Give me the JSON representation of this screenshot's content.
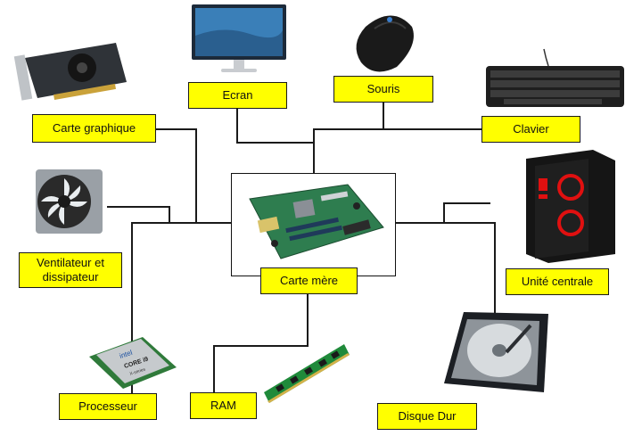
{
  "nodes": {
    "ecran": "Ecran",
    "souris": "Souris",
    "carte_graphique": "Carte graphique",
    "clavier": "Clavier",
    "ventilateur_line1": "Ventilateur et",
    "ventilateur_line2": "dissipateur",
    "unite_centrale": "Unité centrale",
    "carte_mere": "Carte mère",
    "processeur": "Processeur",
    "ram": "RAM",
    "disque_dur": "Disque Dur"
  },
  "chip_text": {
    "brand": "intel",
    "line1": "CORE i9",
    "line2": "X-series"
  },
  "colors": {
    "label_bg": "#ffff00",
    "line": "#1a1a1a",
    "tower_accent": "#e01010",
    "ram_pcb": "#1f8a3a",
    "motherboard": "#2e7d4f"
  }
}
